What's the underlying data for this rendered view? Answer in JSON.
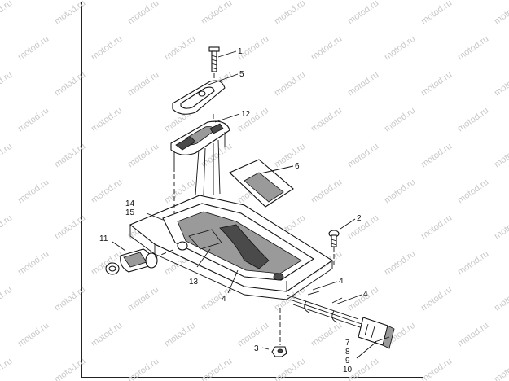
{
  "watermark": {
    "text": "motod.ru"
  },
  "callouts": {
    "c1": "1",
    "c2": "2",
    "c3": "3",
    "c4a": "4",
    "c4b": "4",
    "c4c": "4",
    "c5": "5",
    "c6": "6",
    "c7": "7",
    "c8": "8",
    "c9": "9",
    "c10": "10",
    "c11": "11",
    "c12": "12",
    "c13": "13",
    "c14": "14",
    "c15": "15"
  }
}
